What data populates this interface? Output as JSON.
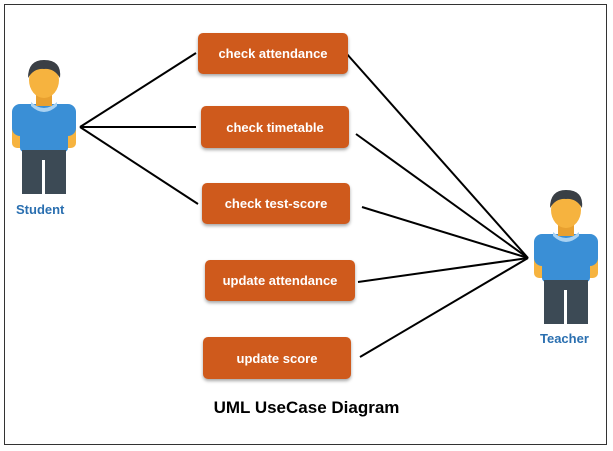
{
  "title": "UML UseCase Diagram",
  "actors": {
    "student": {
      "label": "Student"
    },
    "teacher": {
      "label": "Teacher"
    }
  },
  "use_cases": [
    {
      "label": "check attendance"
    },
    {
      "label": "check timetable"
    },
    {
      "label": "check test-score"
    },
    {
      "label": "update attendance"
    },
    {
      "label": "update score"
    }
  ],
  "colors": {
    "use_case_fill": "#cf5a1c",
    "actor_label": "#2a6fb0",
    "shirt": "#3a8fd6",
    "pants": "#3c4a55",
    "skin": "#f6b33f",
    "hair": "#3a3f45"
  }
}
